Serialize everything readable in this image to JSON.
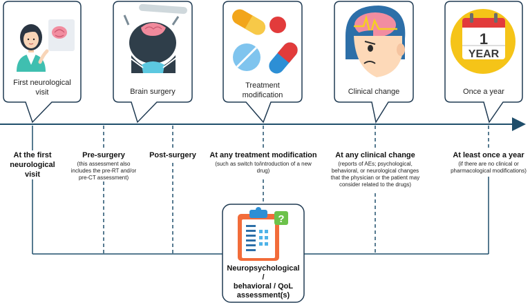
{
  "bubbles": [
    {
      "caption": "First neurological\nvisit",
      "icon": "doctor-icon"
    },
    {
      "caption": "Brain surgery",
      "icon": "brain-surgery-icon"
    },
    {
      "caption": "Treatment\nmodification",
      "icon": "pills-icon"
    },
    {
      "caption": "Clinical change",
      "icon": "sick-head-icon"
    },
    {
      "caption": "Once a year",
      "icon": "calendar-icon"
    }
  ],
  "calendar": {
    "number": "1",
    "word": "YEAR"
  },
  "timepoints": [
    {
      "title": "At the first\nneurological visit",
      "note": ""
    },
    {
      "title": "Pre-surgery",
      "note": "(this assessment also\nincludes the pre-RT and/or\npre-CT assessment)"
    },
    {
      "title": "Post-surgery",
      "note": ""
    },
    {
      "title": "At any treatment modification",
      "note": "(such as switch to/introduction of a new\ndrug)"
    },
    {
      "title": "At any clinical change",
      "note": "(reports of AEs; psychological,\nbehavioral, or neurological changes\nthat the physician or the patient may\nconsider related to the drugs)"
    },
    {
      "title": "At least once a year",
      "note": "(if there are no clinical or\npharmacological modifications)"
    }
  ],
  "center": {
    "title": "Neuropsychological /\nbehavioral / QoL\nassessment(s)",
    "icon": "clipboard-icon",
    "badge": "?"
  },
  "colors": {
    "line": "#1f4e6b",
    "orange": "#f26c3a",
    "yellow": "#f5c418",
    "blue": "#2d8fd5"
  }
}
